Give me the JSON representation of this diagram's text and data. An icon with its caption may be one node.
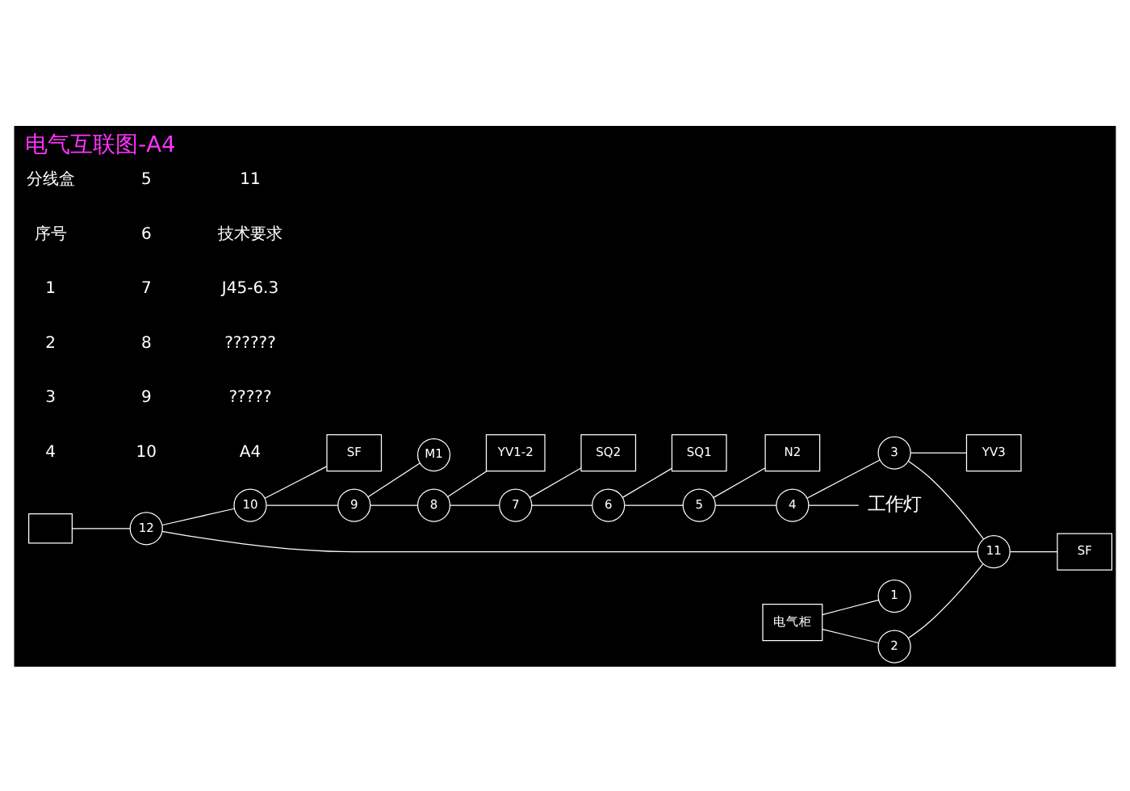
{
  "diagram": {
    "title": "电气互联图-A4",
    "nodes": [
      {
        "text": [
          "SF"
        ]
      },
      {
        "text": [
          "M1"
        ]
      },
      {
        "text": [
          "YV1-2"
        ]
      },
      {
        "text": [],
        "shape": "box"
      },
      {
        "text": [
          "电气柜"
        ]
      },
      {
        "text": [
          "10"
        ]
      },
      {
        "text": [
          "9"
        ]
      },
      {
        "text": [
          "12"
        ]
      },
      {
        "text": [
          "8"
        ]
      },
      {
        "text": [
          "1"
        ]
      },
      {
        "text": [
          "7"
        ]
      },
      {
        "text": [
          "SQ2"
        ]
      },
      {
        "text": [
          "2"
        ]
      },
      {
        "text": [
          "SF"
        ]
      },
      {
        "text": [
          "11"
        ]
      },
      {
        "text": [
          "6"
        ]
      },
      {
        "text": [
          "SQ1"
        ]
      },
      {
        "text": [
          "YV3"
        ]
      },
      {
        "text": [
          "3"
        ]
      },
      {
        "text": [
          "5"
        ]
      },
      {
        "text": [
          "N2"
        ]
      },
      {
        "text": [
          "4"
        ]
      },
      {
        "text": [
          "工作灯"
        ]
      }
    ],
    "edges": [
      {
        "from": 4,
        "to": 9,
        "arrow": "none"
      },
      {
        "from": 4,
        "to": 12,
        "arrow": "none"
      },
      {
        "from": 12,
        "to": 14,
        "arrow": "none"
      },
      {
        "from": 3,
        "to": 7,
        "arrow": "none"
      },
      {
        "from": 7,
        "to": 5,
        "arrow": "none"
      },
      {
        "from": 7,
        "to": 14,
        "arrow": "none"
      },
      {
        "from": 5,
        "to": 0,
        "arrow": "none"
      },
      {
        "from": 5,
        "to": 6,
        "arrow": "none"
      },
      {
        "from": 6,
        "to": 1,
        "arrow": "none"
      },
      {
        "from": 6,
        "to": 8,
        "arrow": "none"
      },
      {
        "from": 8,
        "to": 2,
        "arrow": "none"
      },
      {
        "from": 8,
        "to": 10,
        "arrow": "none"
      },
      {
        "from": 10,
        "to": 11,
        "arrow": "none"
      },
      {
        "from": 10,
        "to": 15,
        "arrow": "none"
      },
      {
        "from": 15,
        "to": 16,
        "arrow": "none"
      },
      {
        "from": 15,
        "to": 19,
        "arrow": "none"
      },
      {
        "from": 19,
        "to": 20,
        "arrow": "none"
      },
      {
        "from": 19,
        "to": 21,
        "arrow": "none"
      },
      {
        "from": 21,
        "to": 18,
        "arrow": "none"
      },
      {
        "from": 18,
        "to": 17,
        "arrow": "none"
      },
      {
        "from": 18,
        "to": 14,
        "arrow": "none"
      },
      {
        "from": 14,
        "to": 13,
        "arrow": "none"
      },
      {
        "from": 21,
        "to": 22,
        "arrow": "none"
      }
    ],
    "labels": [
      "分线盒",
      "序号",
      "1",
      "2",
      "3",
      "4",
      "5",
      "6",
      "7",
      "8",
      "9",
      "10",
      "11",
      "技术要求",
      "J45-6.3",
      "??????",
      "?????",
      "A4"
    ]
  }
}
